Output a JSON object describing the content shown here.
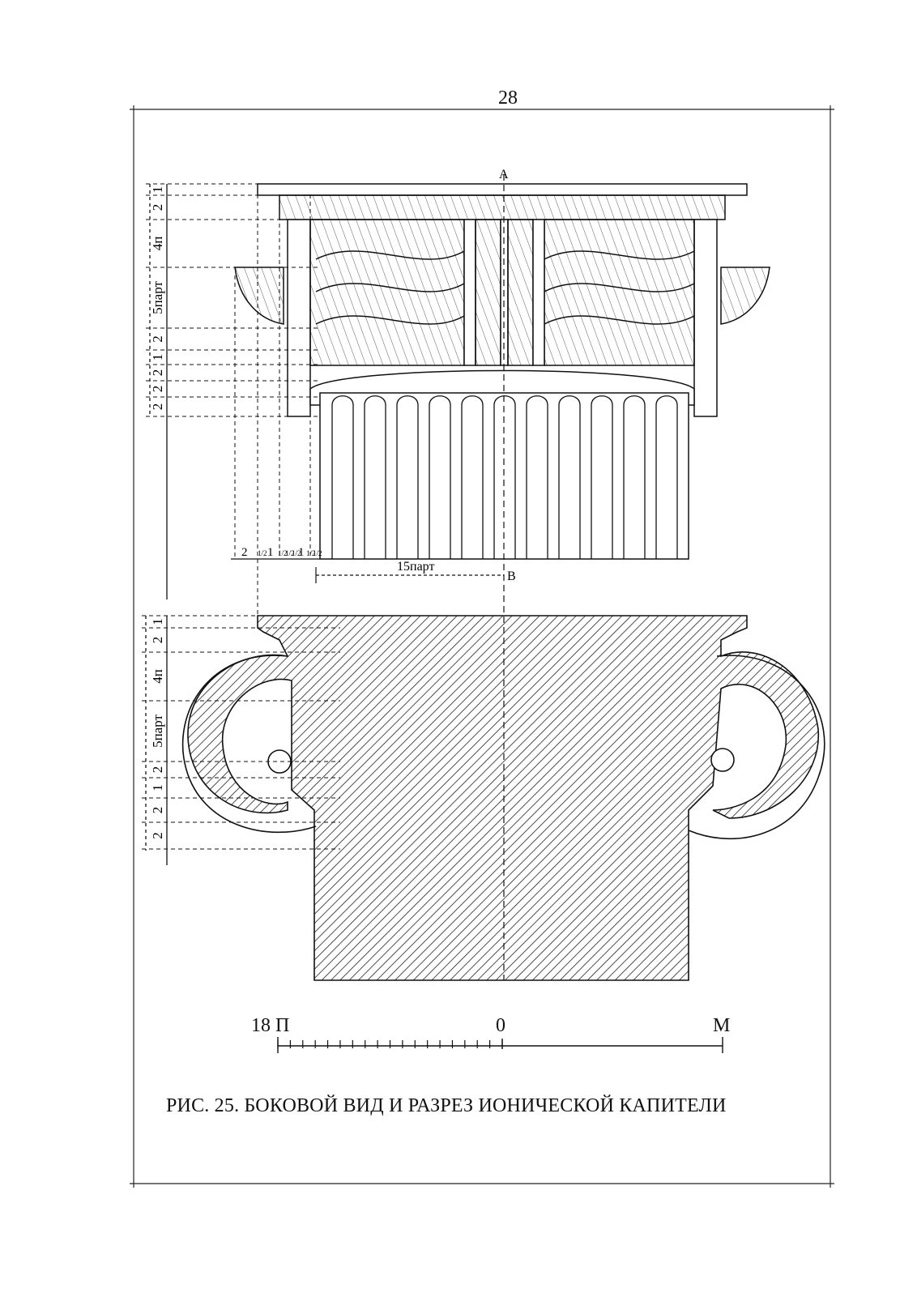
{
  "page_number": "28",
  "caption": "РИС. 25. БОКОВОЙ ВИД И РАЗРЕЗ ИОНИЧЕСКОЙ КАПИТЕЛИ",
  "scale": {
    "left_label": "18 П",
    "center_label": "0",
    "right_label": "М"
  },
  "section_labels": {
    "top": "А",
    "bottom": "В"
  },
  "dimension_labels": {
    "top_view": [
      "1",
      "2",
      "4п",
      "5парт",
      "2",
      "1",
      "2",
      "2",
      "2"
    ],
    "bottom_view": [
      "1",
      "2",
      "4п",
      "5парт",
      "2",
      "1",
      "2",
      "2"
    ],
    "radius_dims": [
      "2",
      "1/2",
      "1",
      "1/2",
      "1/2",
      "1/2",
      "1",
      "1/2",
      "1/2"
    ],
    "radius_label": "15парт"
  },
  "colors": {
    "ink": "#111111",
    "paper": "#ffffff"
  }
}
